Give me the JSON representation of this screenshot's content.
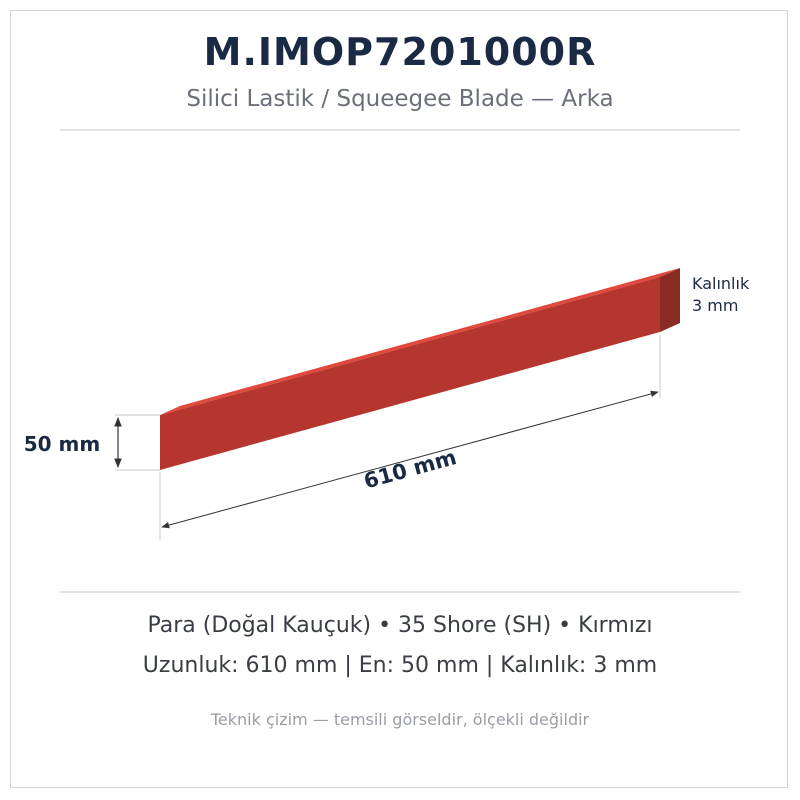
{
  "header": {
    "part_number": "M.IMOP7201000R",
    "subtitle": "Silici Lastik / Squeegee Blade — Arka"
  },
  "drawing": {
    "dimensions": {
      "length_label": "610 mm",
      "width_label": "50 mm",
      "thickness_label_line1": "Kalınlık",
      "thickness_label_line2": "3 mm"
    },
    "colors": {
      "blade_front": "#b5362e",
      "blade_top": "#e0483c",
      "blade_end": "#8a2a24",
      "dimension_line": "#333333",
      "extension_line": "#c8c8c8"
    }
  },
  "specs": {
    "line1": "Para (Doğal Kauçuk) • 35 Shore (SH) • Kırmızı",
    "line2": "Uzunluk: 610 mm  |  En: 50 mm  |  Kalınlık: 3 mm"
  },
  "footer": {
    "note": "Teknik çizim — temsili görseldir, ölçekli değildir"
  }
}
